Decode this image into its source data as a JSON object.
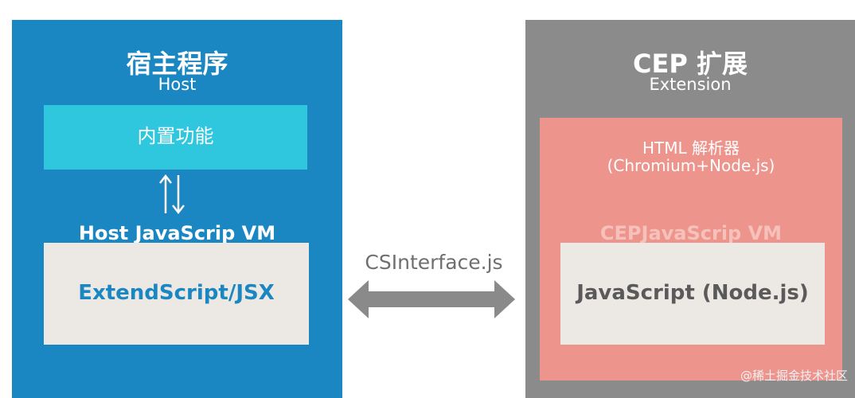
{
  "host": {
    "title": "宿主程序",
    "subtitle": "Host",
    "builtin_label": "内置功能",
    "vm_label": "Host JavaScrip VM",
    "script_label": "ExtendScript/JSX"
  },
  "bridge": {
    "label": "CSInterface.js"
  },
  "extension": {
    "title": "CEP 扩展",
    "subtitle": "Extension",
    "parser_line1": "HTML 解析器",
    "parser_line2": "(Chromium+Node.js)",
    "vm_label": "CEPJavaScrip VM",
    "script_label": "JavaScript (Node.js)"
  },
  "watermark": "@稀土掘金技术社区",
  "colors": {
    "host_blue": "#1a87c2",
    "builtin_cyan": "#2ec7dd",
    "extension_gray": "#8b8b8b",
    "html_salmon": "#ed958c",
    "inner_box": "#ece8e4",
    "bridge_arrow": "#8a8a8a"
  },
  "icons": {
    "host_arrows": "up-down-arrows-icon",
    "bridge_arrow": "double-headed-arrow-icon"
  }
}
